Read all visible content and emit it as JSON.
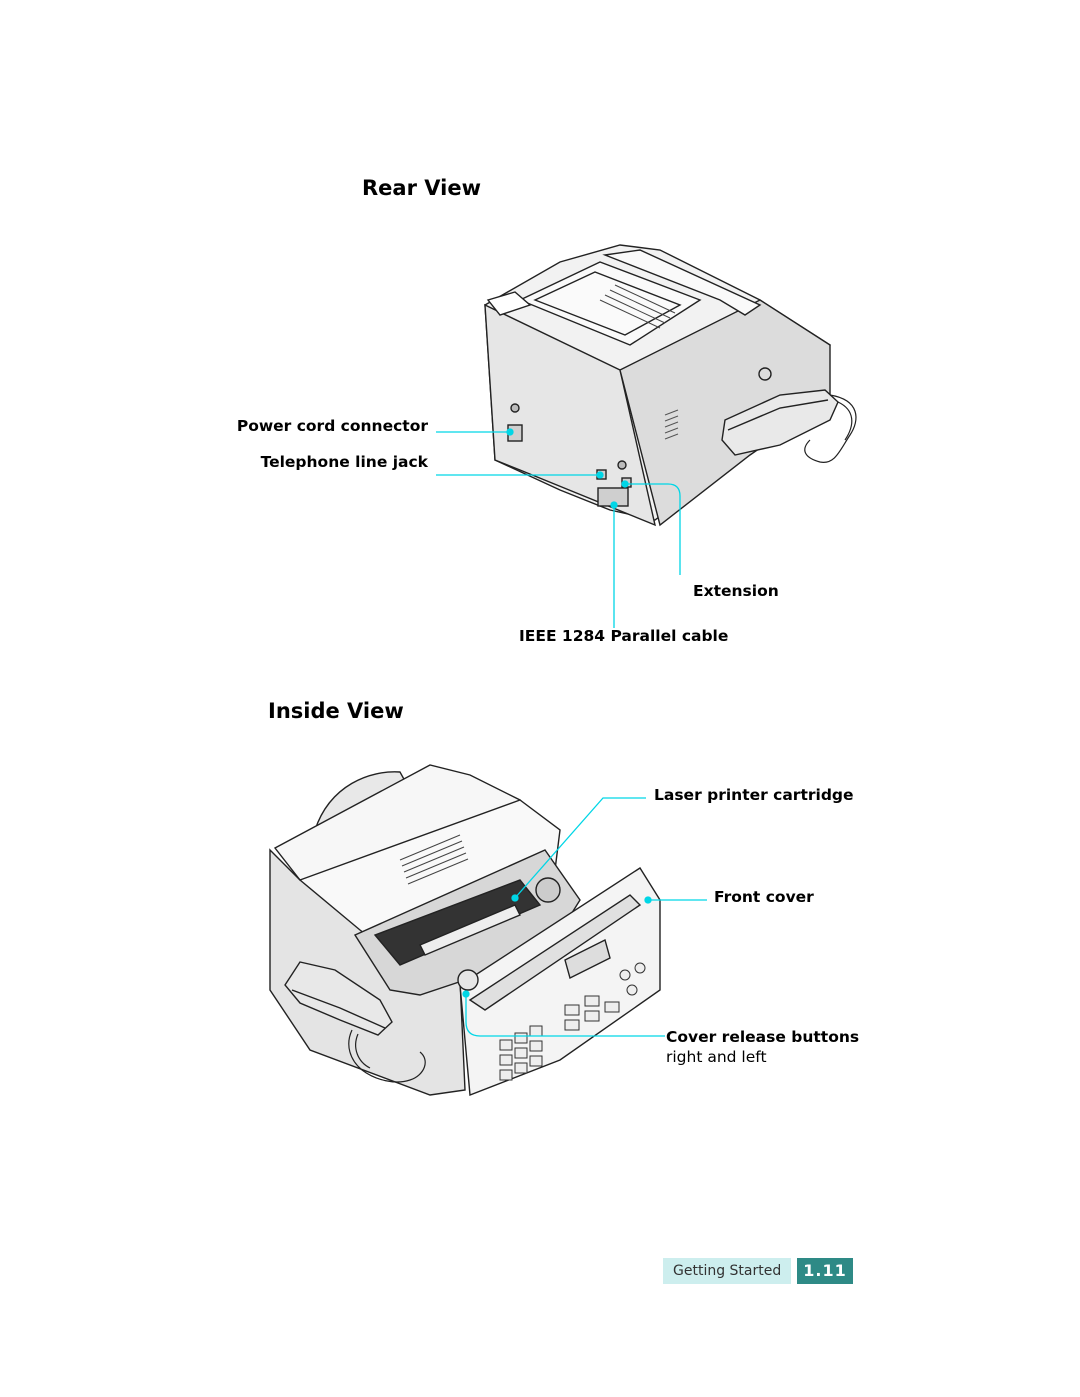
{
  "rear_view": {
    "title": "Rear View",
    "labels": {
      "power_cord": "Power cord connector",
      "telephone_jack": "Telephone line jack",
      "extension": "Extension",
      "parallel_cable": "IEEE 1284 Parallel cable"
    }
  },
  "inside_view": {
    "title": "Inside View",
    "labels": {
      "cartridge": "Laser printer cartridge",
      "front_cover": "Front cover",
      "release_buttons": "Cover release buttons",
      "release_buttons_sub": "right and left"
    }
  },
  "footer": {
    "section": "Getting Started",
    "page": "1.11"
  },
  "colors": {
    "callout_line": "#00d6e6",
    "footer_bg": "#cdeeee",
    "footer_num_bg": "#2e8a86"
  }
}
